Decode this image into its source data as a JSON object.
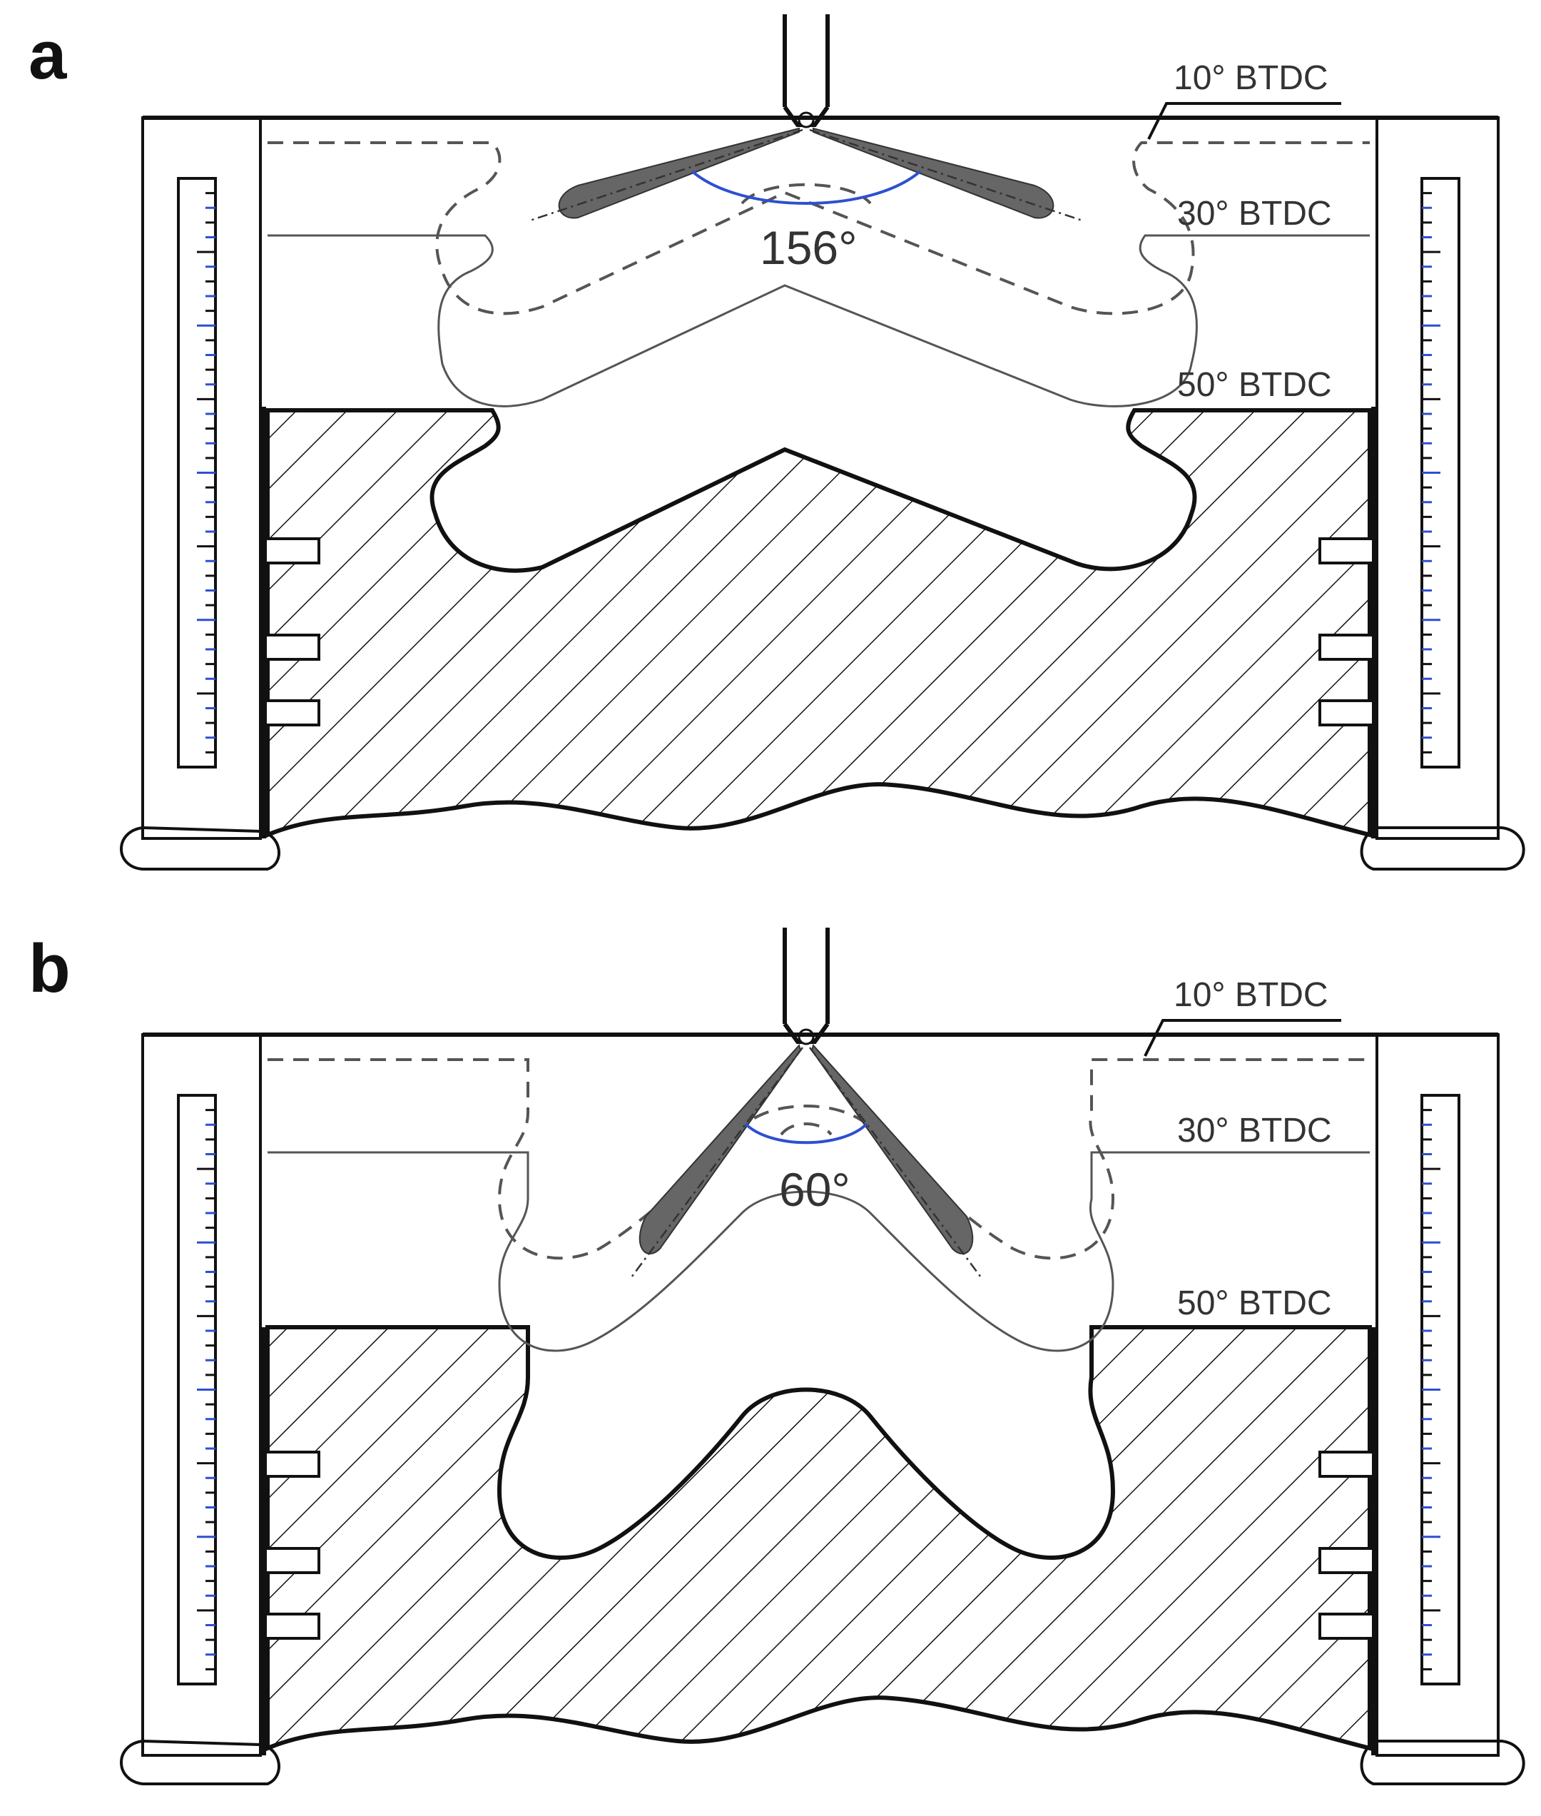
{
  "panels": [
    {
      "letter": "a",
      "spray_angle_label": "156°",
      "crank_labels": {
        "first": "10° BTDC",
        "second": "30° BTDC",
        "third": "50° BTDC"
      }
    },
    {
      "letter": "b",
      "spray_angle_label": "60°",
      "crank_labels": {
        "first": "10° BTDC",
        "second": "30° BTDC",
        "third": "50° BTDC"
      }
    }
  ],
  "colors": {
    "outline": "#111111",
    "spray_fill": "#666666",
    "spray_angle_arc": "#2e4fd0",
    "scale_ticks": "#2e4fd0"
  }
}
